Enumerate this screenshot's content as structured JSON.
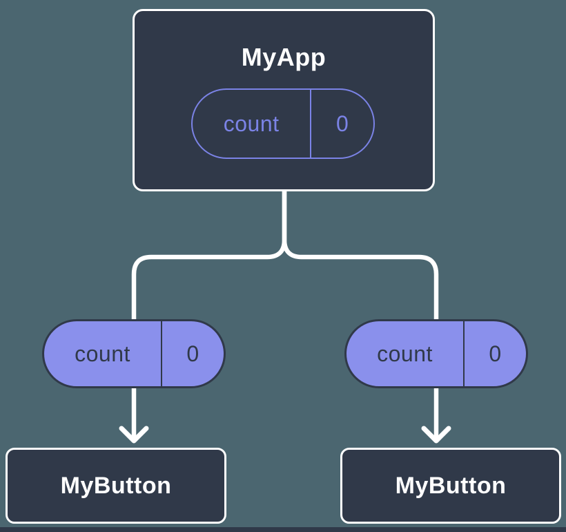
{
  "diagram": {
    "root": {
      "title": "MyApp",
      "prop": {
        "name": "count",
        "value": "0"
      }
    },
    "children": [
      {
        "title": "MyButton",
        "prop": {
          "name": "count",
          "value": "0"
        }
      },
      {
        "title": "MyButton",
        "prop": {
          "name": "count",
          "value": "0"
        }
      }
    ],
    "colors": {
      "background": "#4b6670",
      "node_fill": "#303949",
      "node_border": "#ffffff",
      "pill_fill": "#8a90ec",
      "pill_outline": "#7b83e6",
      "pill_text_dark": "#303949",
      "connector": "#ffffff"
    }
  }
}
